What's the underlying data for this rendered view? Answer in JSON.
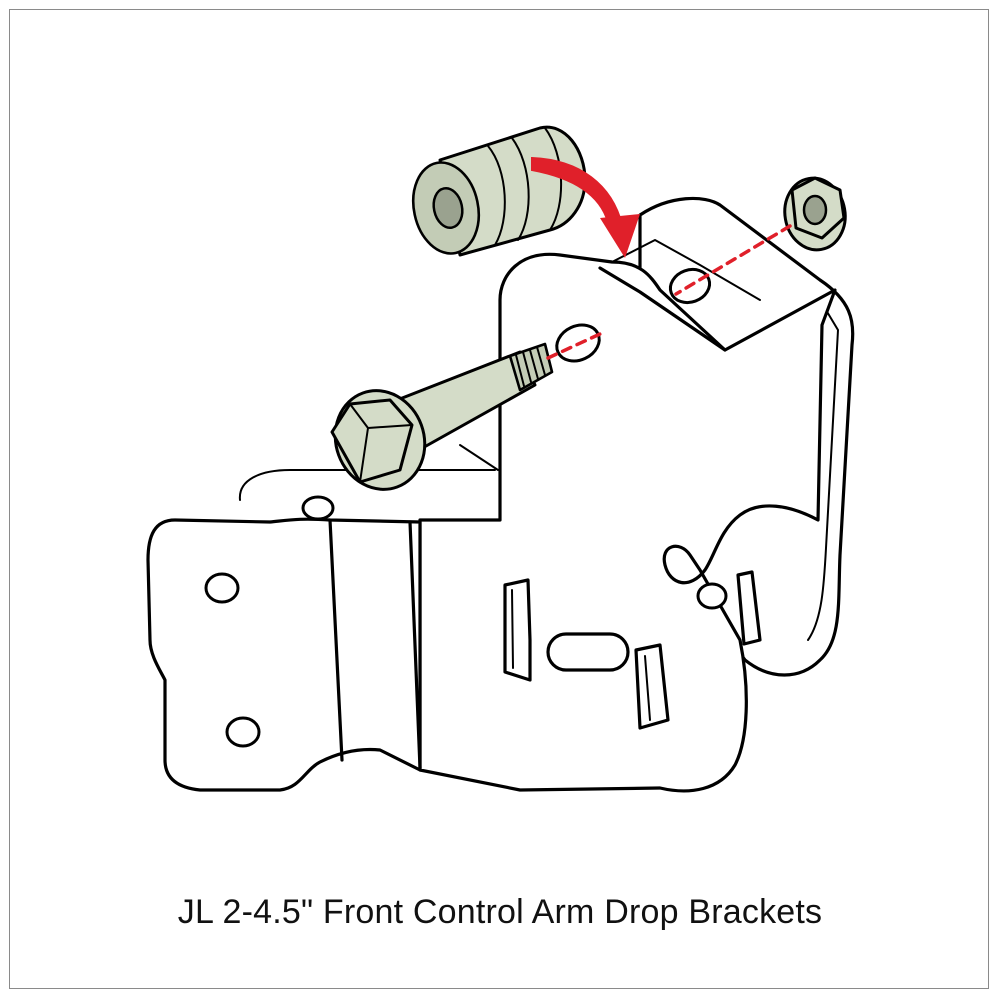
{
  "caption": "JL 2-4.5\" Front Control Arm Drop Brackets",
  "colors": {
    "hardware_fill": "#d4dcc8",
    "arrow": "#e0202a",
    "alignment_line": "#e0202a",
    "outline": "#000000"
  },
  "parts": [
    "bushing-sleeve",
    "flange-nut",
    "hex-bolt",
    "drop-bracket"
  ]
}
